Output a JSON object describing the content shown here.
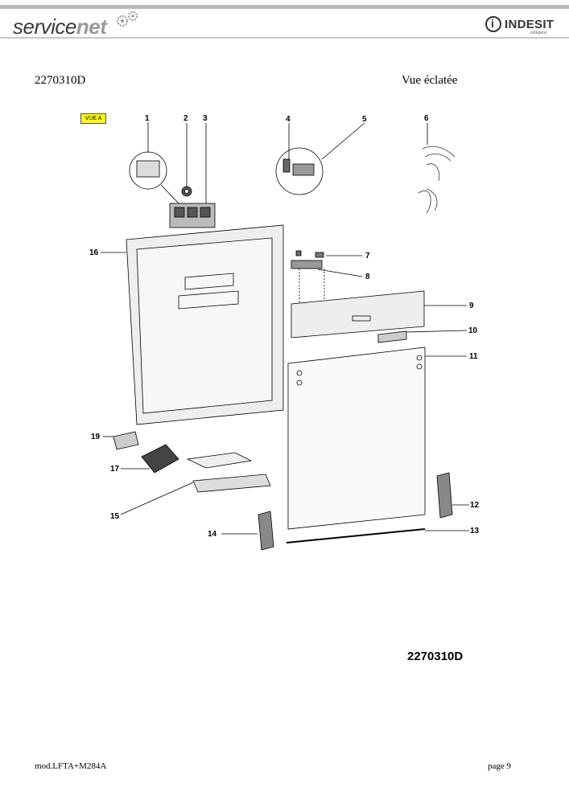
{
  "header": {
    "brand_service": "service",
    "brand_net": "net",
    "brand_right": "INDESIT",
    "brand_right_sub": "company"
  },
  "document": {
    "code": "2270310D",
    "title": "Vue éclatée"
  },
  "diagram": {
    "view_badge": "VUE A",
    "callouts": [
      "1",
      "2",
      "3",
      "4",
      "5",
      "6",
      "7",
      "8",
      "9",
      "10",
      "11",
      "12",
      "13",
      "14",
      "15",
      "16",
      "17",
      "19"
    ],
    "reference_code": "2270310D"
  },
  "footer": {
    "model": "mod.LFTA+M284A",
    "page": "page 9"
  },
  "colors": {
    "badge_yellow": "#ffff00",
    "header_rule": "#b9b9b9"
  }
}
